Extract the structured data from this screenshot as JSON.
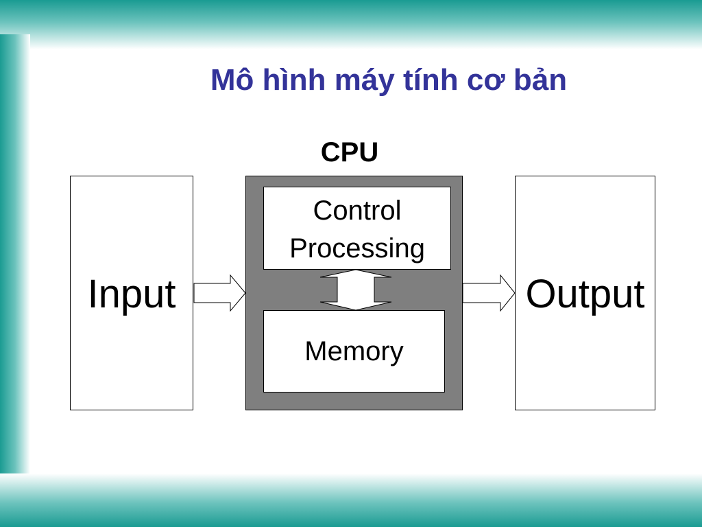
{
  "slide": {
    "title": "Mô hình máy tính cơ bản"
  },
  "diagram": {
    "cpu_label": "CPU",
    "input_label": "Input",
    "output_label": "Output",
    "control_line_1": "Control",
    "control_line_2": "Processing",
    "memory_label": "Memory"
  },
  "colors": {
    "title": "#333399",
    "cpu_fill": "#7f7f7f",
    "theme_teal": "#1a9b92"
  }
}
